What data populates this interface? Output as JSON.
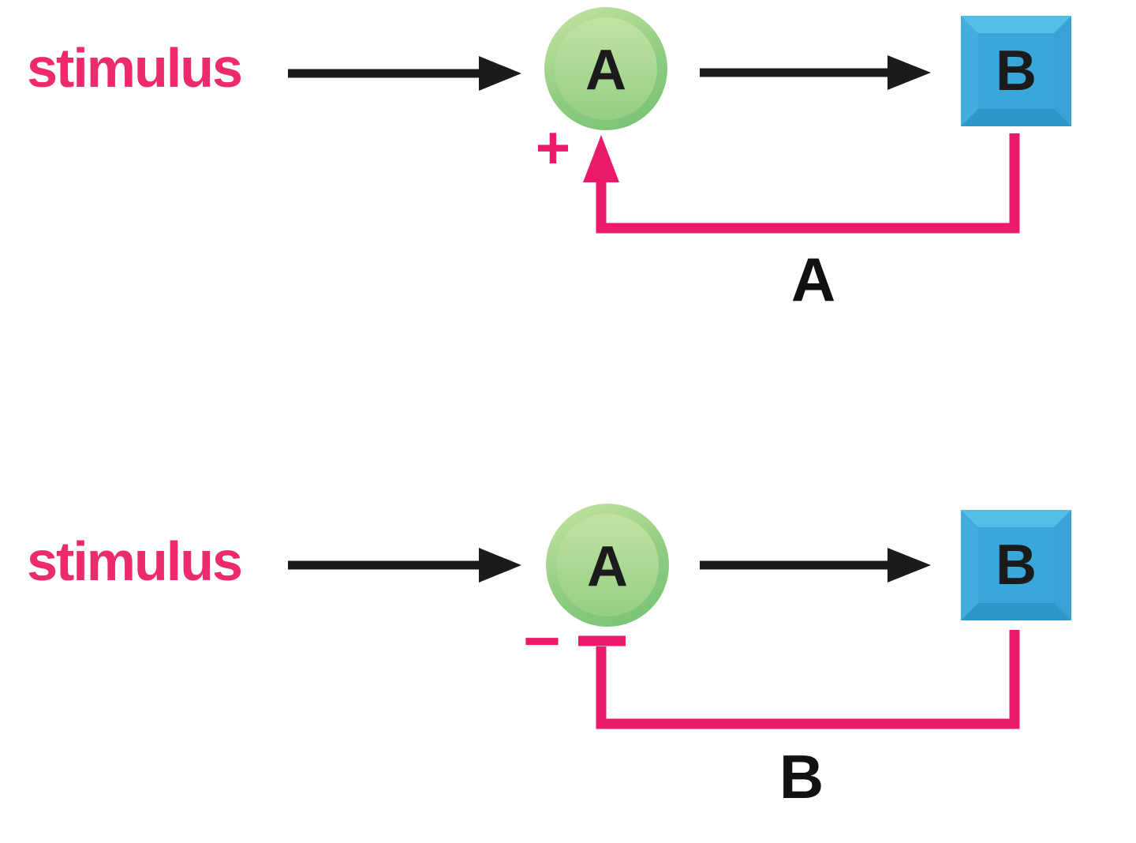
{
  "colors": {
    "pink_line": "#ec1a6b",
    "pink_text": "#ee2a6e",
    "arrow_black": "#1b1b1b",
    "label_black": "#111111",
    "circle_outer_top": "#c9e5a3",
    "circle_outer_bottom": "#74c173",
    "circle_inner_top": "#c3e2a2",
    "circle_inner_bottom": "#95ce83",
    "square_fill": "#3aa7db",
    "square_bevel_top": "#54bde8",
    "square_bevel_left": "#41aede",
    "square_bevel_right": "#37a3d6",
    "square_bevel_bottom": "#2d96c9"
  },
  "diagrams": [
    {
      "id": "positive-feedback",
      "stimulus_label": "stimulus",
      "node_a_label": "A",
      "node_b_label": "B",
      "feedback_sign": "+",
      "feedback_loop_label": "A"
    },
    {
      "id": "negative-feedback",
      "stimulus_label": "stimulus",
      "node_a_label": "A",
      "node_b_label": "B",
      "feedback_sign": "−",
      "feedback_loop_label": "B"
    }
  ]
}
